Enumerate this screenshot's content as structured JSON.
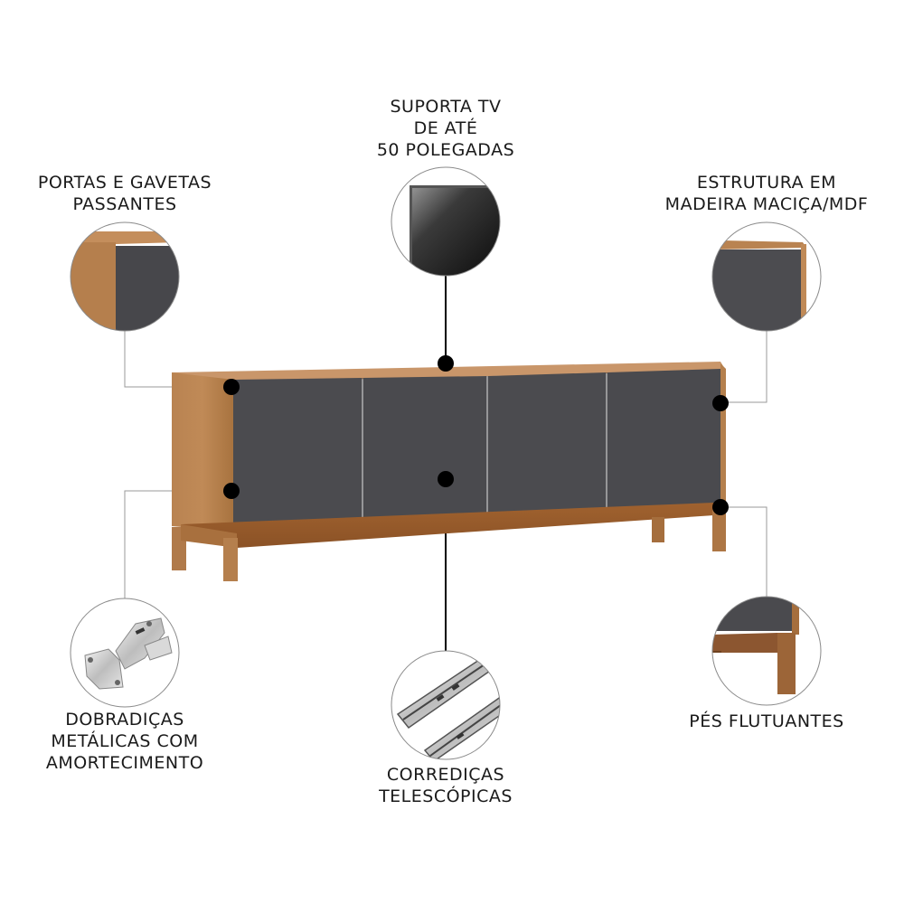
{
  "colors": {
    "wood": "#b07a4a",
    "wood_dark": "#8a5a33",
    "panel": "#4a4a4e",
    "dot": "#000000",
    "line": "#9a9a9a",
    "text": "#1a1a1a"
  },
  "features": [
    {
      "id": "tv-support",
      "lines": [
        "SUPORTA TV",
        "DE ATÉ",
        "50 POLEGADAS"
      ]
    },
    {
      "id": "doors-drawers",
      "lines": [
        "PORTAS E GAVETAS",
        "PASSANTES"
      ]
    },
    {
      "id": "structure",
      "lines": [
        "ESTRUTURA EM",
        "MADEIRA MACIÇA/MDF"
      ]
    },
    {
      "id": "hinges",
      "lines": [
        "DOBRADIÇAS",
        "METÁLICAS COM",
        "AMORTECIMENTO"
      ]
    },
    {
      "id": "slides",
      "lines": [
        "CORREDIÇAS",
        "TELESCÓPICAS"
      ]
    },
    {
      "id": "floating-feet",
      "lines": [
        "PÉS FLUTUANTES"
      ]
    }
  ]
}
